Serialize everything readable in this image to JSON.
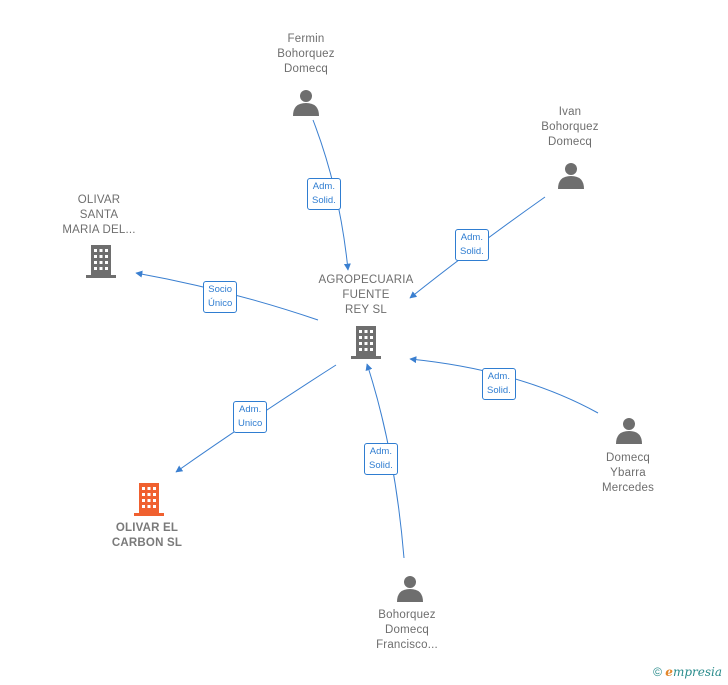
{
  "nodes": {
    "center": {
      "label": "AGROPECUARIA\nFUENTE\nREY SL",
      "icon": "building-icon"
    },
    "fermin": {
      "label": "Fermin\nBohorquez\nDomecq",
      "icon": "person-icon"
    },
    "ivan": {
      "label": "Ivan\nBohorquez\nDomecq",
      "icon": "person-icon"
    },
    "olivar_santa": {
      "label": "OLIVAR\nSANTA\nMARIA DEL...",
      "icon": "building-icon"
    },
    "domecq_ybarra": {
      "label": "Domecq\nYbarra\nMercedes",
      "icon": "person-icon"
    },
    "olivar_carbon": {
      "label": "OLIVAR EL\nCARBON  SL",
      "icon": "building-icon",
      "color": "#f0602f"
    },
    "francisco": {
      "label": "Bohorquez\nDomecq\nFrancisco...",
      "icon": "person-icon"
    }
  },
  "edges": {
    "fermin_center": "Adm.\nSolid.",
    "ivan_center": "Adm.\nSolid.",
    "center_olivar_santa": "Socio\nÚnico",
    "center_olivar_carbon": "Adm.\nUnico",
    "francisco_center": "Adm.\nSolid.",
    "domecq_center": "Adm.\nSolid."
  },
  "colors": {
    "edge": "#3a7fd0",
    "node_gray": "#6e6e6e",
    "highlight": "#f0602f"
  },
  "footer": {
    "copyright": "©",
    "brand_letter": "e",
    "brand_rest": "mpresia"
  }
}
